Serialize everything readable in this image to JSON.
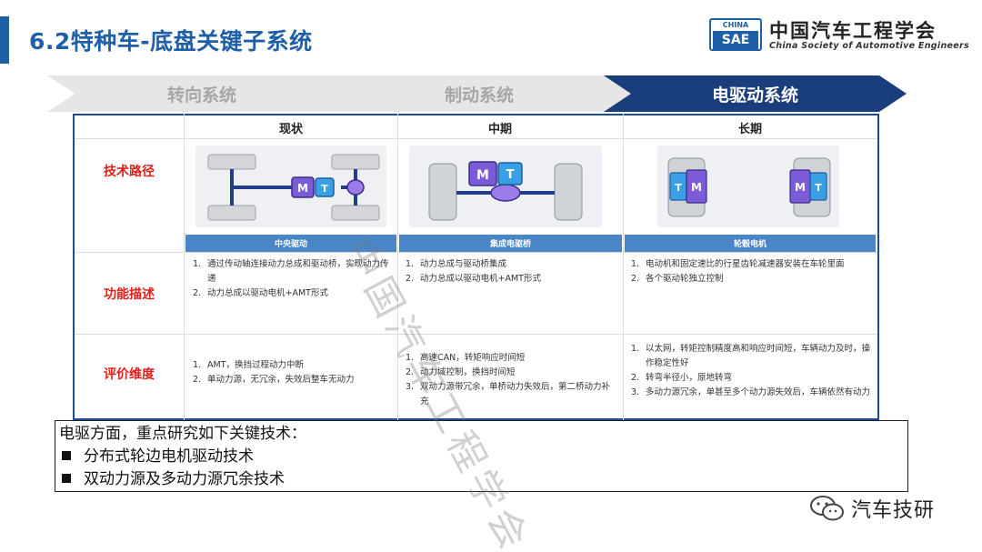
{
  "page": {
    "title": "6.2特种车-底盘关键子系统"
  },
  "logo": {
    "box_top": "CHINA",
    "box_bottom": "SAE",
    "name_cn": "中国汽车工程学会",
    "name_en": "China Society of Automotive Engineers"
  },
  "tabs": [
    {
      "label": "转向系统",
      "active": false
    },
    {
      "label": "制动系统",
      "active": false
    },
    {
      "label": "电驱动系统",
      "active": true
    }
  ],
  "table": {
    "columns": [
      "现状",
      "中期",
      "长期"
    ],
    "rows": [
      "技术路径",
      "功能描述",
      "评价维度"
    ],
    "subheads": [
      "中央驱动",
      "集成电驱桥",
      "轮毂电机"
    ],
    "function_desc": [
      [
        "通过传动轴连接动力总成和驱动桥，实现动力传递",
        "动力总成以驱动电机+AMT形式"
      ],
      [
        "动力总成与驱动桥集成",
        "动力总成以驱动电机+AMT形式"
      ],
      [
        "电动机和固定速比的行星齿轮减速器安装在车轮里面",
        "各个驱动轮独立控制"
      ]
    ],
    "evaluation": [
      [
        "AMT，换挡过程动力中断",
        "单动力源，无冗余，失效后整车无动力"
      ],
      [
        "高速CAN，转矩响应时间短",
        "动力域控制，换挡时间短",
        "双动力源带冗余，单桥动力失效后，第二桥动力补充"
      ],
      [
        "以太网，转矩控制精度高和响应时间短，车辆动力及时，操作稳定性好",
        "转弯半径小，原地转弯",
        "多动力源冗余，单甚至多个动力源失效后，车辆依然有动力"
      ]
    ]
  },
  "diagram_labels": {
    "motor": "M",
    "transmission": "T"
  },
  "summary": {
    "intro": "电驱方面，重点研究如下关键技术：",
    "items": [
      "分布式轮边电机驱动技术",
      "双动力源及多动力源冗余技术"
    ]
  },
  "watermark": "中国汽车工程学会",
  "footer": {
    "brand": "汽车技研"
  },
  "colors": {
    "primary": "#1f5fa8",
    "active_tab": "#1a3d7c",
    "row_label": "#e0201b",
    "subhead": "#4a86c6",
    "motor": "#7b5bd6",
    "trans": "#3aa0e6"
  }
}
